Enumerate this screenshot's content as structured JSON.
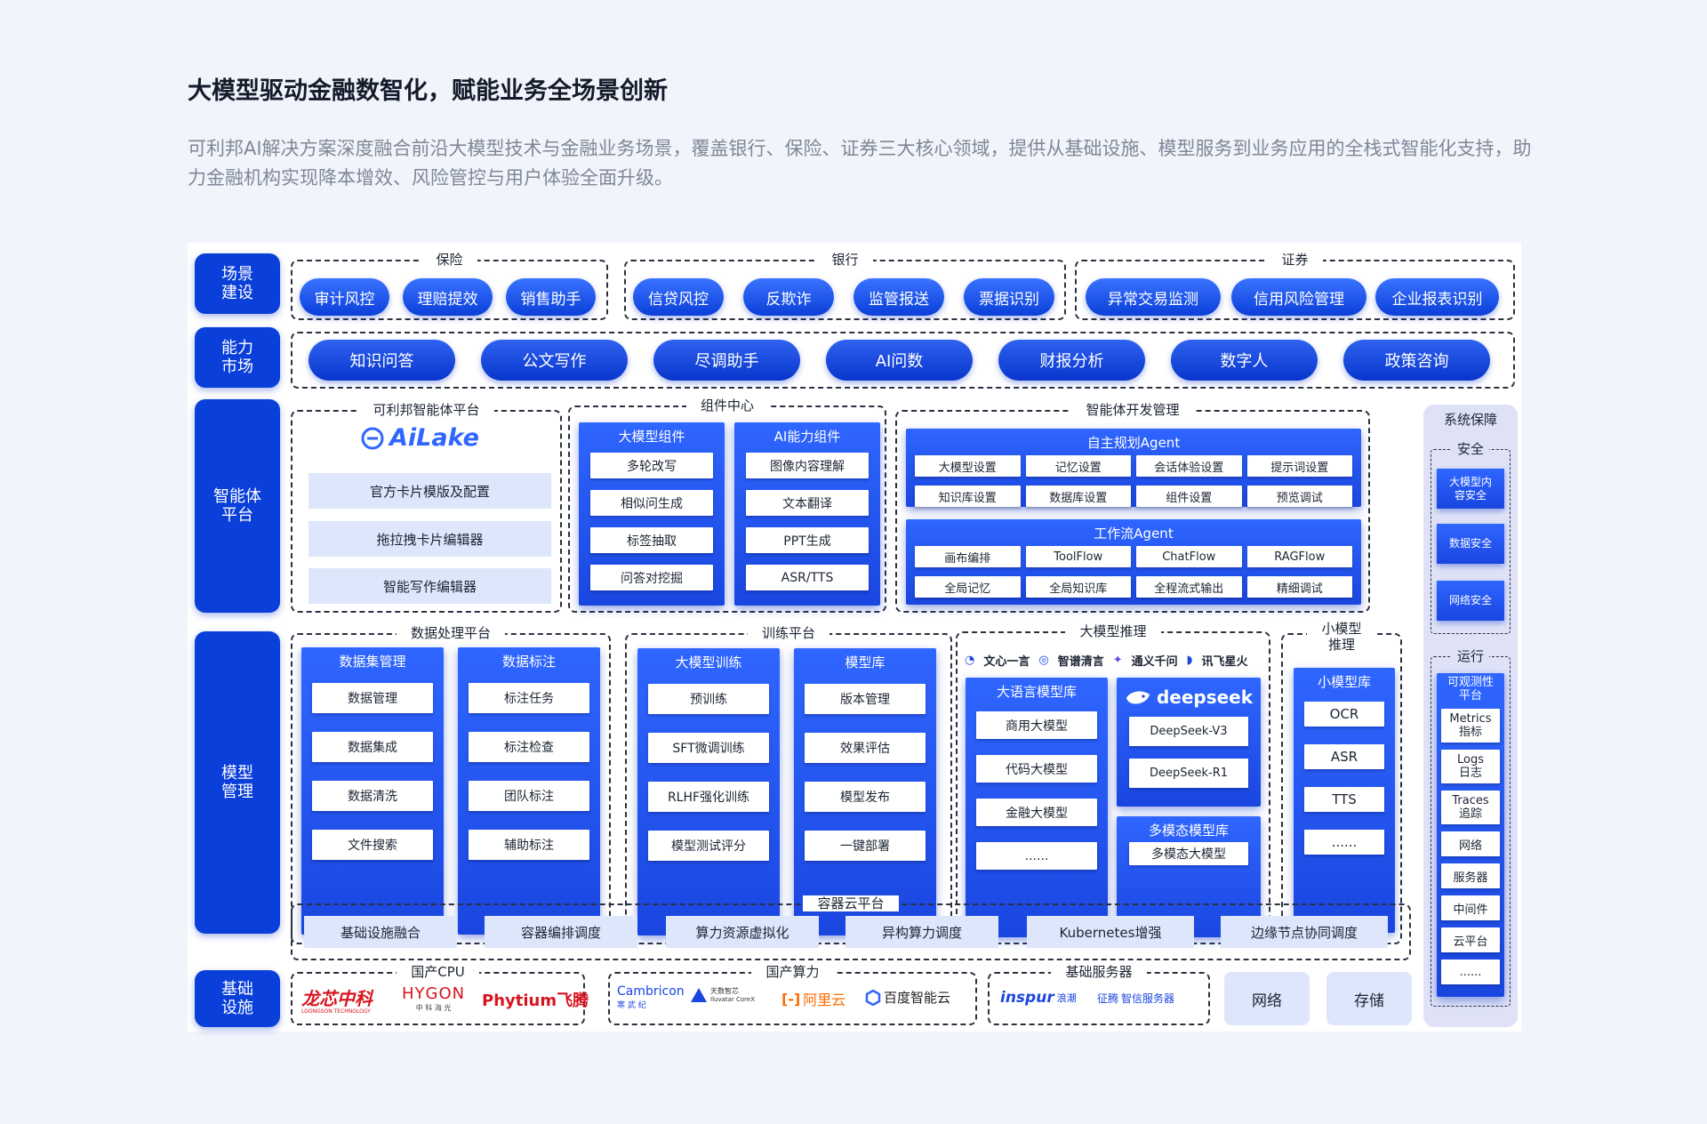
{
  "header": {
    "title": "大模型驱动金融数智化，赋能业务全场景创新",
    "description": "可利邦AI解决方案深度融合前沿大模型技术与金融业务场景，覆盖银行、保险、证券三大核心领域，提供从基础设施、模型服务到业务应用的全栈式智能化支持，助力金融机构实现降本增效、风险管控与用户体验全面升级。"
  },
  "rows": {
    "scene": "场景\n建设",
    "capability": "能力\n市场",
    "agent": "智能体\n平台",
    "model": "模型\n管理",
    "infra": "基础\n设施"
  },
  "scene": {
    "groups": [
      {
        "title": "保险",
        "items": [
          "审计风控",
          "理赔提效",
          "销售助手"
        ]
      },
      {
        "title": "银行",
        "items": [
          "信贷风控",
          "反欺诈",
          "监管报送",
          "票据识别"
        ]
      },
      {
        "title": "证券",
        "items": [
          "异常交易监测",
          "信用风险管理",
          "企业报表识别"
        ]
      }
    ]
  },
  "capability": {
    "items": [
      "知识问答",
      "公文写作",
      "尽调助手",
      "AI问数",
      "财报分析",
      "数字人",
      "政策咨询"
    ]
  },
  "agent_platform": {
    "title": "可利邦智能体平台",
    "logo": "AiLake",
    "items": [
      "官方卡片模版及配置",
      "拖拉拽卡片编辑器",
      "智能写作编辑器"
    ]
  },
  "component_center": {
    "title": "组件中心",
    "columns": [
      {
        "title": "大模型组件",
        "items": [
          "多轮改写",
          "相似问生成",
          "标签抽取",
          "问答对挖掘"
        ]
      },
      {
        "title": "AI能力组件",
        "items": [
          "图像内容理解",
          "文本翻译",
          "PPT生成",
          "ASR/TTS"
        ]
      }
    ]
  },
  "agent_dev": {
    "title": "智能体开发管理",
    "auto_agent": {
      "title": "自主规划Agent",
      "items": [
        "大模型设置",
        "记忆设置",
        "会话体验设置",
        "提示词设置",
        "知识库设置",
        "数据库设置",
        "组件设置",
        "预览调试"
      ]
    },
    "workflow_agent": {
      "title": "工作流Agent",
      "items": [
        "画布编排",
        "ToolFlow",
        "ChatFlow",
        "RAGFlow",
        "全局记忆",
        "全局知识库",
        "全程流式输出",
        "精细调试"
      ]
    }
  },
  "system": {
    "title": "系统保障",
    "security": {
      "title": "安全",
      "items": [
        "大模型内\n容安全",
        "数据安全",
        "网络安全"
      ]
    },
    "ops": {
      "title": "运行",
      "items": [
        "可观测性\n平台",
        "Metrics\n指标",
        "Logs\n日志",
        "Traces\n追踪",
        "网络",
        "服务器",
        "中间件",
        "云平台",
        "......"
      ]
    }
  },
  "data_platform": {
    "title": "数据处理平台",
    "columns": [
      {
        "title": "数据集管理",
        "items": [
          "数据管理",
          "数据集成",
          "数据清洗",
          "文件搜索"
        ]
      },
      {
        "title": "数据标注",
        "items": [
          "标注任务",
          "标注检查",
          "团队标注",
          "辅助标注"
        ]
      }
    ]
  },
  "train_platform": {
    "title": "训练平台",
    "columns": [
      {
        "title": "大模型训练",
        "items": [
          "预训练",
          "SFT微调训练",
          "RLHF强化训练",
          "模型测试评分"
        ]
      },
      {
        "title": "模型库",
        "items": [
          "版本管理",
          "效果评估",
          "模型发布",
          "一键部署"
        ]
      }
    ]
  },
  "llm_infer": {
    "title": "大模型推理",
    "brands": [
      "文心一言",
      "智谱清言",
      "通义千问",
      "讯飞星火"
    ],
    "llm_lib": {
      "title": "大语言模型库",
      "items": [
        "商用大模型",
        "代码大模型",
        "金融大模型",
        "......"
      ]
    },
    "deepseek": {
      "logo": "deepseek",
      "items": [
        "DeepSeek-V3",
        "DeepSeek-R1"
      ]
    },
    "multimodal": {
      "title": "多模态模型库",
      "items": [
        "多模态大模型"
      ]
    }
  },
  "small_infer": {
    "title": "小模型\n推理",
    "lib": {
      "title": "小模型库",
      "items": [
        "OCR",
        "ASR",
        "TTS",
        "......"
      ]
    }
  },
  "container": {
    "title": "容器云平台",
    "items": [
      "基础设施融合",
      "容器编排调度",
      "算力资源虚拟化",
      "异构算力调度",
      "Kubernetes增强",
      "边缘节点协同调度"
    ]
  },
  "infra": {
    "cpu": {
      "title": "国产CPU",
      "logos": [
        {
          "main": "龙芯中科",
          "sub": "LOONGSON TECHNOLOGY"
        },
        {
          "main": "HYGON",
          "sub": "中 科 海 光"
        },
        {
          "main": "Phytium飞腾",
          "sub": ""
        }
      ]
    },
    "compute": {
      "title": "国产算力",
      "logos": [
        {
          "main": "Cambricon",
          "sub": "寒 武 纪"
        },
        {
          "main": "天数智芯",
          "sub": "Iluvatar CoreX"
        },
        {
          "main": "阿里云",
          "sub": ""
        },
        {
          "main": "百度智能云",
          "sub": ""
        }
      ]
    },
    "server": {
      "title": "基础服务器",
      "logos": [
        {
          "main": "inspur",
          "sub": "浪潮"
        },
        {
          "main": "智信服务器",
          "sub": "征腾"
        }
      ]
    },
    "network": "网络",
    "storage": "存储"
  },
  "colors": {
    "primary": "#0a3fd9",
    "light": "#dde6fb",
    "panel": "#dfe2f7"
  }
}
